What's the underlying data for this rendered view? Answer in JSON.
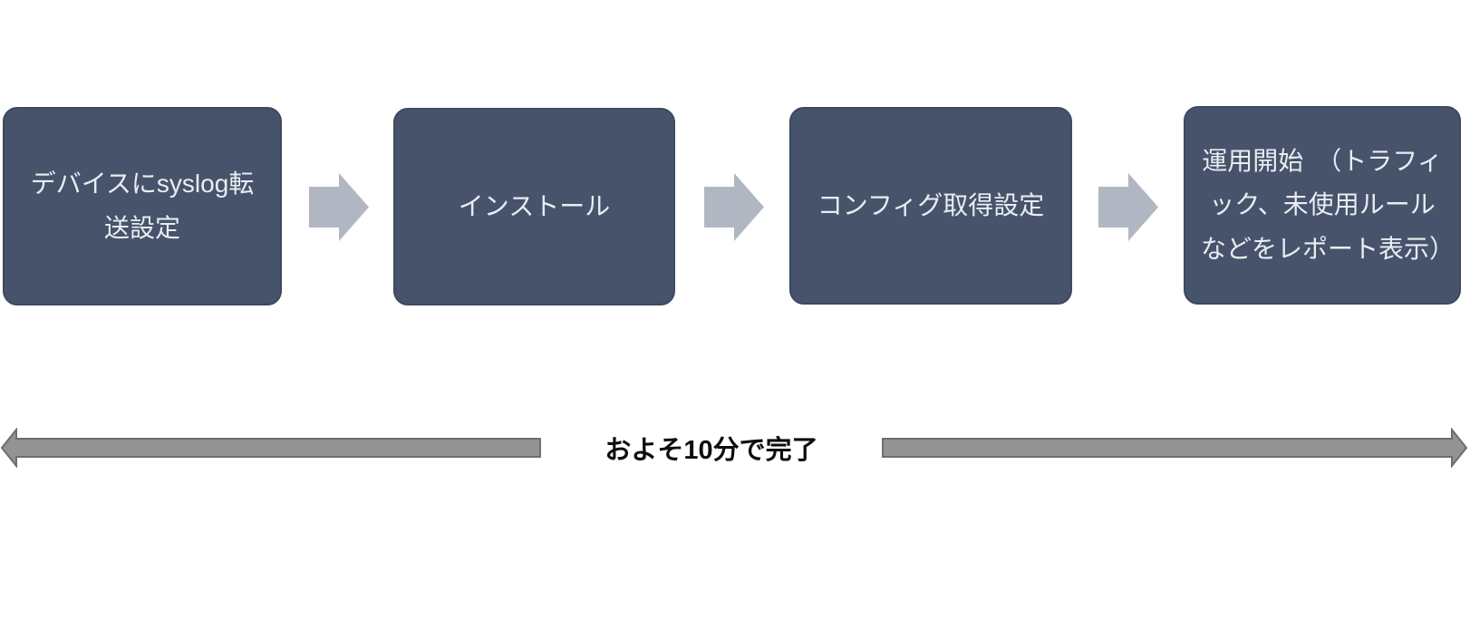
{
  "diagram": {
    "type": "process-flow",
    "steps": [
      {
        "label": "デバイスにsyslog転送設定"
      },
      {
        "label": "インストール"
      },
      {
        "label": "コンフィグ取得設定"
      },
      {
        "label": "運用開始　（トラフィック、未使用ルールなどをレポート表示）"
      }
    ],
    "connectors": [
      {
        "icon": "right-block-arrow"
      },
      {
        "icon": "right-block-arrow"
      },
      {
        "icon": "right-block-arrow"
      }
    ],
    "timeline": {
      "label": "およそ10分で完了",
      "left_icon": "left-arrow",
      "right_icon": "right-arrow"
    },
    "colors": {
      "box_fill": "#46536b",
      "box_border": "#3d4a5e",
      "box_text": "#e9edf2",
      "connector_fill": "#b1b7c2",
      "timeline_fill": "#939393",
      "timeline_border": "#6e6e6e",
      "timeline_text": "#0d0d0d"
    }
  }
}
